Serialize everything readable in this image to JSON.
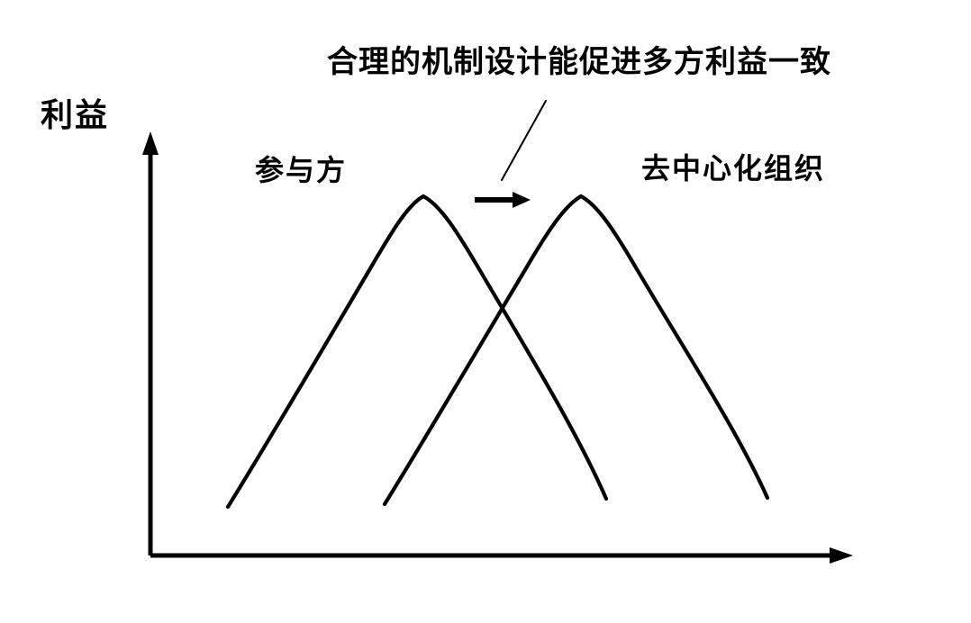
{
  "figure": {
    "title": "合理的机制设计能促进多方利益一致",
    "y_axis_label": "利益",
    "left_curve_label": "参与方",
    "right_curve_label": "去中心化组织",
    "background_color": "#ffffff",
    "stroke_color": "#000000"
  },
  "chart_data": {
    "type": "line",
    "title": "合理的机制设计能促进多方利益一致",
    "xlabel": "",
    "ylabel": "利益",
    "grid": false,
    "legend_position": "inline-above-curves",
    "annotations": [
      {
        "name": "shift-arrow",
        "text": "",
        "from_x": 527,
        "from_y": 222,
        "to_x": 588,
        "to_y": 222,
        "meaning": "利益曲线向右移动"
      },
      {
        "name": "title-leader-line",
        "from_x": 557,
        "from_y": 200,
        "to_x": 606,
        "to_y": 112
      }
    ],
    "axes": {
      "origin_x": 167,
      "origin_y": 617,
      "y_axis_top_y": 150,
      "x_axis_right_x": 945,
      "y_axis_arrow": true,
      "x_axis_arrow": true
    },
    "series": [
      {
        "name": "参与方",
        "label_x": 283,
        "label_y": 200,
        "peak_x": 470,
        "peak_y": 218,
        "start_x": 253,
        "start_y": 563,
        "end_x": 673,
        "end_y": 554,
        "points": [
          {
            "x": 253,
            "y": 563
          },
          {
            "x": 300,
            "y": 489
          },
          {
            "x": 350,
            "y": 404
          },
          {
            "x": 400,
            "y": 315
          },
          {
            "x": 440,
            "y": 252
          },
          {
            "x": 470,
            "y": 218
          },
          {
            "x": 505,
            "y": 241
          },
          {
            "x": 550,
            "y": 305
          },
          {
            "x": 600,
            "y": 390
          },
          {
            "x": 645,
            "y": 472
          },
          {
            "x": 673,
            "y": 554
          }
        ]
      },
      {
        "name": "去中心化组织",
        "label_x": 712,
        "label_y": 198,
        "peak_x": 645,
        "peak_y": 218,
        "start_x": 427,
        "start_y": 560,
        "end_x": 852,
        "end_y": 553,
        "points": [
          {
            "x": 427,
            "y": 560
          },
          {
            "x": 470,
            "y": 486
          },
          {
            "x": 510,
            "y": 402
          },
          {
            "x": 550,
            "y": 312
          },
          {
            "x": 600,
            "y": 245
          },
          {
            "x": 645,
            "y": 218
          },
          {
            "x": 685,
            "y": 243
          },
          {
            "x": 730,
            "y": 310
          },
          {
            "x": 780,
            "y": 400
          },
          {
            "x": 820,
            "y": 478
          },
          {
            "x": 852,
            "y": 553
          }
        ]
      }
    ]
  }
}
